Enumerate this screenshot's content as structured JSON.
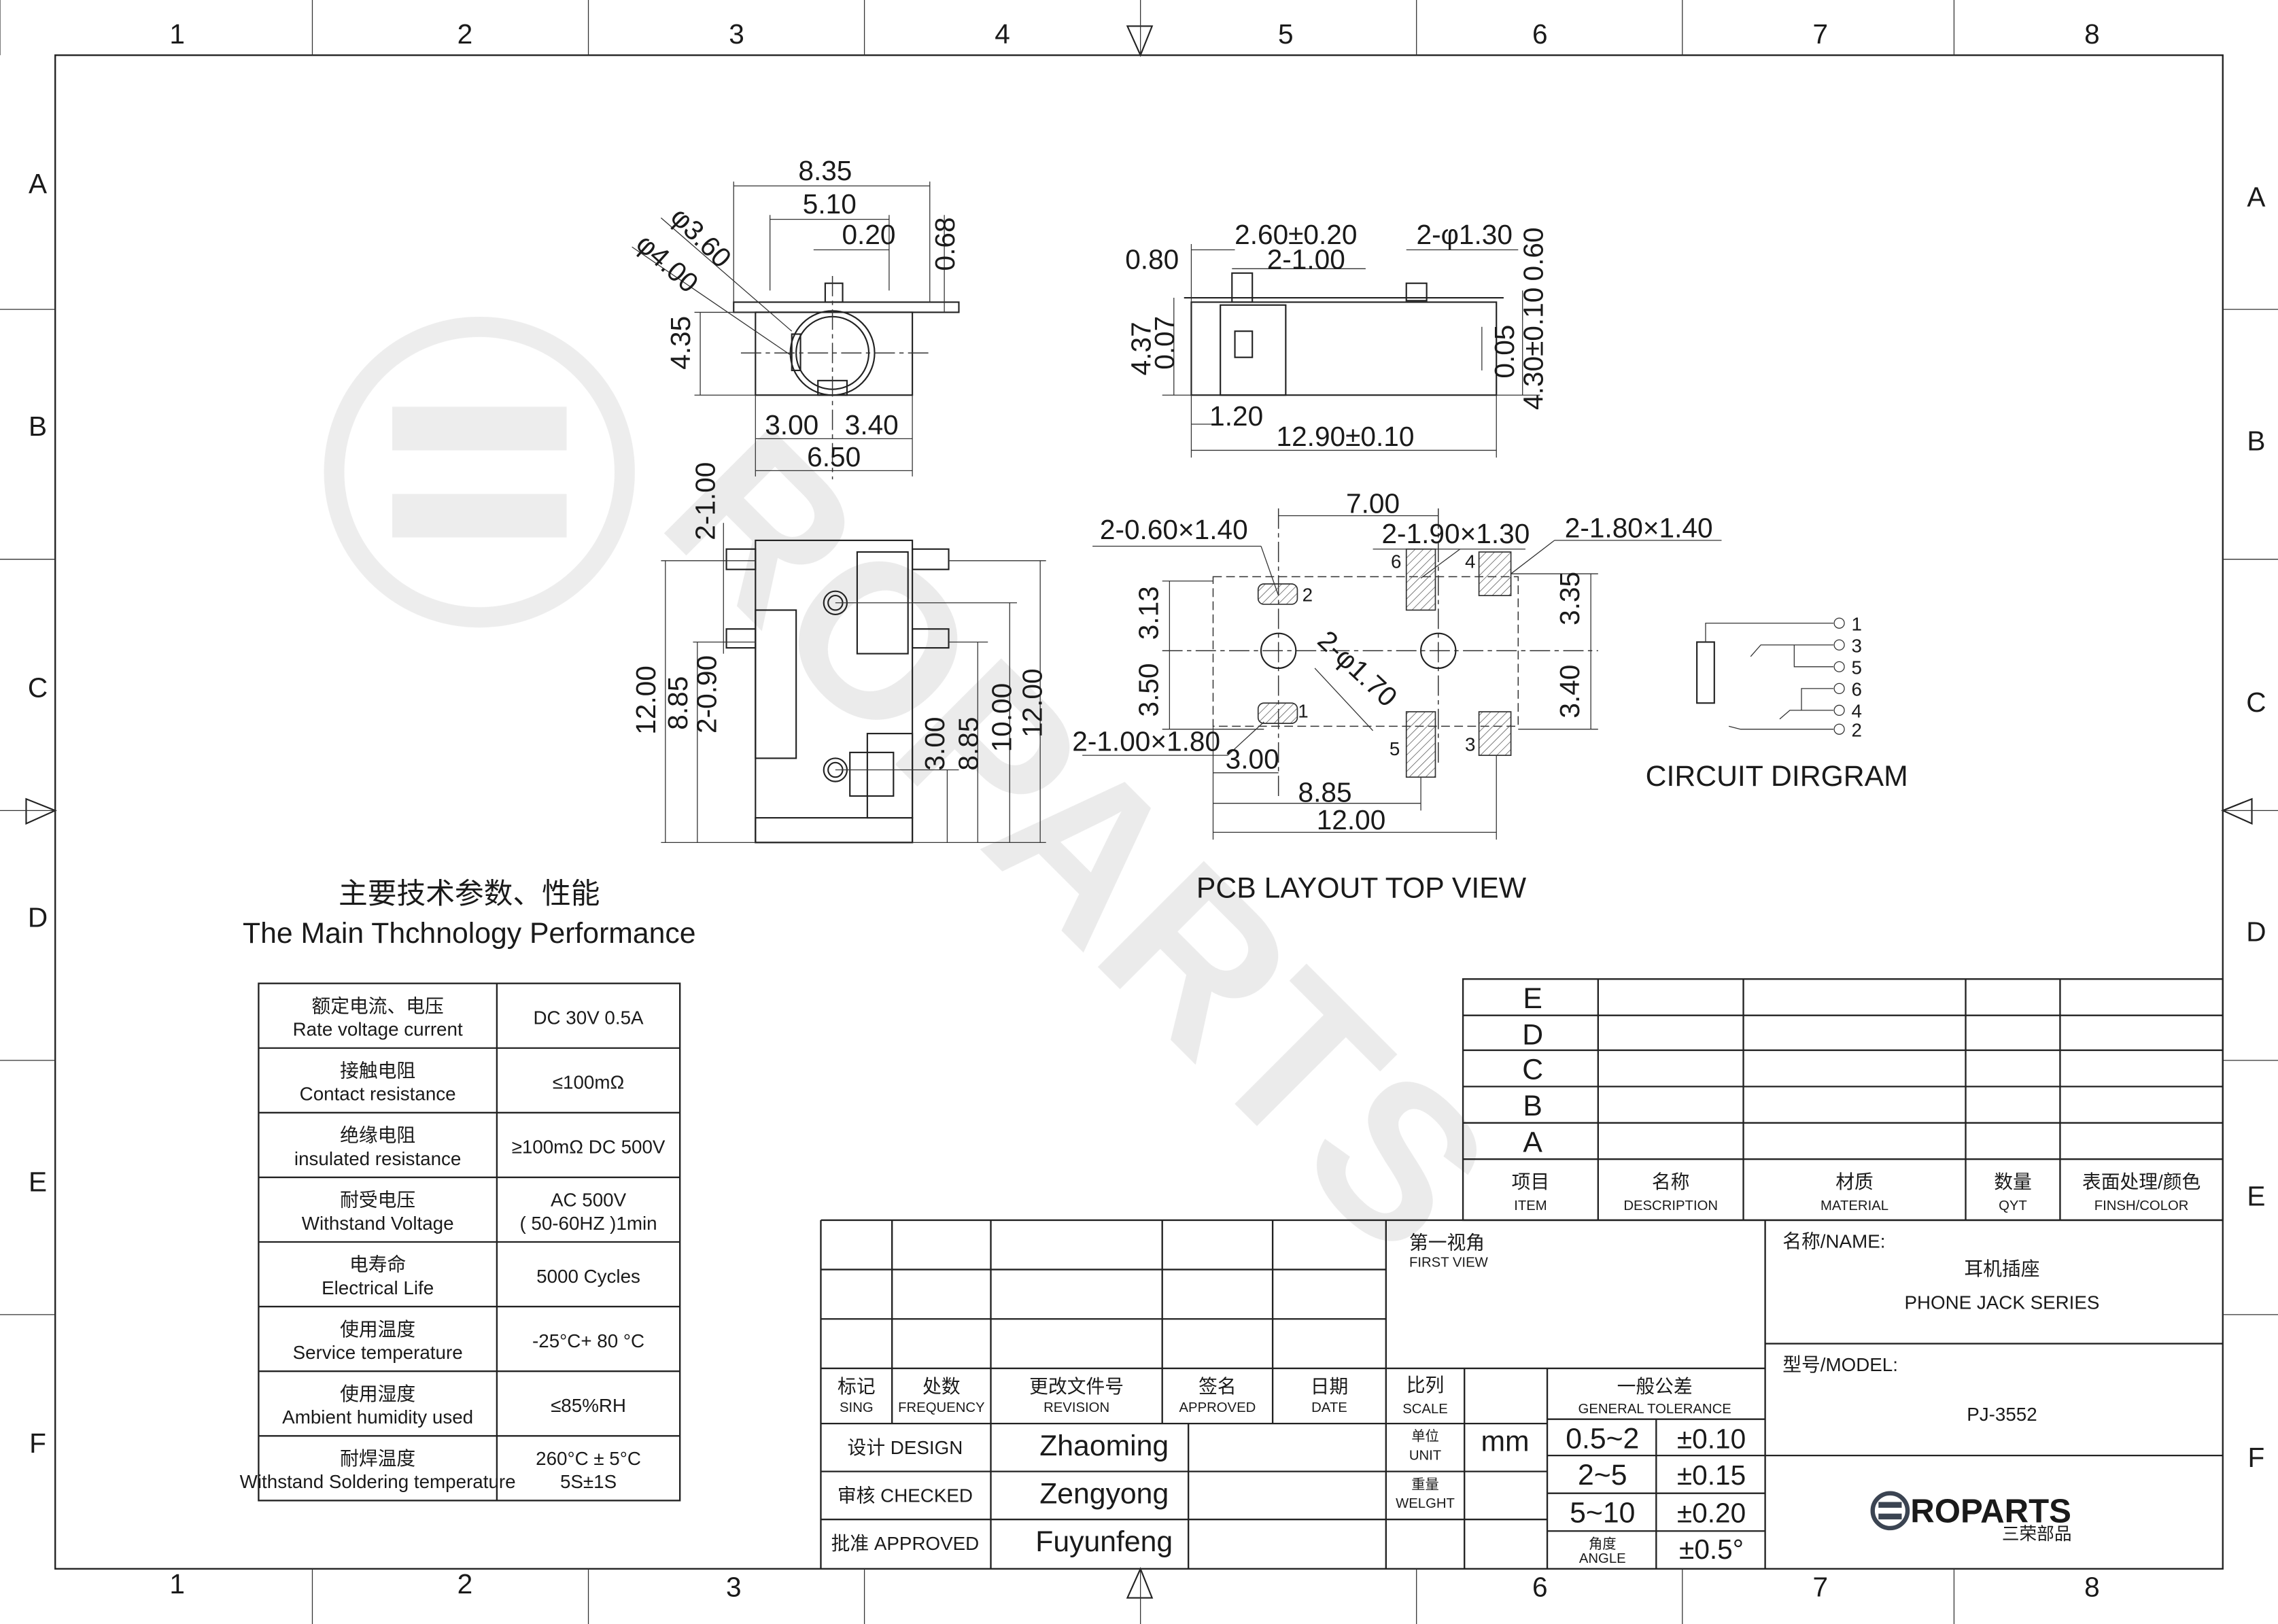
{
  "frame": {
    "columns": [
      "1",
      "2",
      "3",
      "4",
      "5",
      "6",
      "7",
      "8"
    ],
    "rows": [
      "A",
      "B",
      "C",
      "D",
      "E",
      "F"
    ]
  },
  "front_view": {
    "dims": [
      "8.35",
      "5.10",
      "0.20",
      "0.68",
      "4.35",
      "3.00",
      "3.40",
      "6.50",
      "φ3.60",
      "φ4.00"
    ]
  },
  "side_view": {
    "dims": [
      "2.60±0.20",
      "2-1.00",
      "0.80",
      "2-φ1.30",
      "0.60",
      "4.37",
      "0.07",
      "0.05",
      "4.30±0.10",
      "1.20",
      "12.90±0.10"
    ]
  },
  "bottom_view": {
    "dims": [
      "2-1.00",
      "12.00",
      "8.85",
      "2-0.90",
      "3.00",
      "8.85",
      "10.00",
      "12.00"
    ]
  },
  "pcb_layout": {
    "title": "PCB LAYOUT TOP VIEW",
    "dims": [
      "7.00",
      "2-0.60×1.40",
      "2-1.90×1.30",
      "2-1.80×1.40",
      "3.13",
      "3.50",
      "3.35",
      "3.40",
      "2-φ1.70",
      "2-1.00×1.80",
      "3.00",
      "8.85",
      "12.00"
    ],
    "pads": [
      "6",
      "4",
      "2",
      "1",
      "5",
      "3"
    ]
  },
  "circuit": {
    "title": "CIRCUIT DIRGRAM",
    "pins": [
      "1",
      "3",
      "5",
      "6",
      "4",
      "2"
    ]
  },
  "specs": {
    "title_cn": "主要技术参数、性能",
    "title_en": "The Main Thchnology Performance",
    "rows": [
      {
        "cn": "额定电流、电压",
        "en": "Rate voltage current",
        "value": "DC 30V   0.5A",
        "value2": ""
      },
      {
        "cn": "接触电阻",
        "en": "Contact resistance",
        "value": "≤100mΩ",
        "value2": ""
      },
      {
        "cn": "绝缘电阻",
        "en": "insulated resistance",
        "value": "≥100mΩ DC 500V",
        "value2": ""
      },
      {
        "cn": "耐受电压",
        "en": "Withstand Voltage",
        "value": "AC 500V",
        "value2": "( 50-60HZ )1min"
      },
      {
        "cn": "电寿命",
        "en": "Electrical Life",
        "value": "5000 Cycles",
        "value2": ""
      },
      {
        "cn": "使用温度",
        "en": "Service temperature",
        "value": "-25°C+ 80 °C",
        "value2": ""
      },
      {
        "cn": "使用湿度",
        "en": "Ambient humidity used",
        "value": "≤85%RH",
        "value2": ""
      },
      {
        "cn": "耐焊温度",
        "en": "Withstand Soldering temperature",
        "value": "260°C ± 5°C",
        "value2": "5S±1S"
      }
    ]
  },
  "parts_list": {
    "row_labels": [
      "E",
      "D",
      "C",
      "B",
      "A"
    ],
    "headers": [
      {
        "cn": "项目",
        "en": "ITEM"
      },
      {
        "cn": "名称",
        "en": "DESCRIPTION"
      },
      {
        "cn": "材质",
        "en": "MATERIAL"
      },
      {
        "cn": "数量",
        "en": "QYT"
      },
      {
        "cn": "表面处理/颜色",
        "en": "FINSH/COLOR"
      }
    ]
  },
  "revision": {
    "headers": [
      {
        "cn": "标记",
        "en": "SING"
      },
      {
        "cn": "处数",
        "en": "FREQUENCY"
      },
      {
        "cn": "更改文件号",
        "en": "REVISION"
      },
      {
        "cn": "签名",
        "en": "APPROVED"
      },
      {
        "cn": "日期",
        "en": "DATE"
      }
    ],
    "signoffs": [
      {
        "role": "设计 DESIGN",
        "name": "Zhaoming"
      },
      {
        "role": "审核 CHECKED",
        "name": "Zengyong"
      },
      {
        "role": "批准 APPROVED",
        "name": "Fuyunfeng"
      }
    ]
  },
  "projection": {
    "cn": "第一视角",
    "en": "FIRST VIEW"
  },
  "scale": {
    "cn": "比列",
    "en": "SCALE"
  },
  "unit": {
    "cn": "单位",
    "en": "UNIT",
    "value": "mm"
  },
  "weight": {
    "cn": "重量",
    "en": "WELGHT"
  },
  "tolerance": {
    "title_cn": "一般公差",
    "title_en": "GENERAL TOLERANCE",
    "rows": [
      {
        "range": "0.5~2",
        "value": "±0.10"
      },
      {
        "range": "2~5",
        "value": "±0.15"
      },
      {
        "range": "5~10",
        "value": "±0.20"
      }
    ],
    "angle_cn": "角度",
    "angle_en": "ANGLE",
    "angle_value": "±0.5°"
  },
  "name_block": {
    "label": "名称/NAME:",
    "cn": "耳机插座",
    "en": "PHONE JACK SERIES"
  },
  "model_block": {
    "label": "型号/MODEL:",
    "value": "PJ-3552"
  },
  "logo": {
    "text": "ROPARTS",
    "sub": "三荣部品",
    "color": "#3b4452"
  },
  "watermark": {
    "text": "ROPARTS"
  }
}
